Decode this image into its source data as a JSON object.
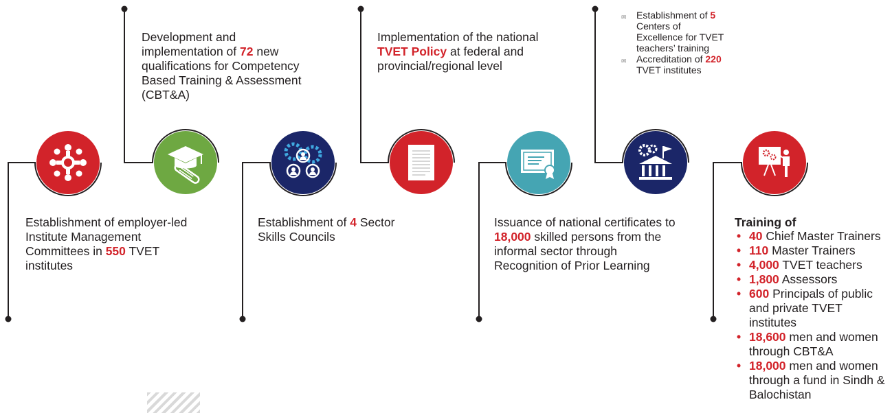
{
  "colors": {
    "red": "#d2232a",
    "green": "#6ea842",
    "navy": "#1b2668",
    "teal": "#45a5b3",
    "line": "#231f20"
  },
  "milestones": [
    {
      "icon": "people-network-icon",
      "color": "#d2232a",
      "text": {
        "prefix": "Establishment of employer-led Institute Management Committees in ",
        "number": "550",
        "suffix": " TVET institutes"
      }
    },
    {
      "icon": "graduation-cap-diploma-icon",
      "color": "#6ea842",
      "text": {
        "prefix": "Development and implementation of ",
        "number": "72",
        "suffix": " new qualifications for Competency Based Training & Assessment (CBT&A)"
      }
    },
    {
      "icon": "gears-people-icon",
      "color": "#1b2668",
      "text": {
        "prefix": "Establishment of ",
        "number": "4",
        "suffix": " Sector Skills Councils"
      }
    },
    {
      "icon": "document-icon",
      "color": "#d2232a",
      "text": {
        "prefix": "Implementation of the national ",
        "number": "TVET Policy",
        "suffix": " at federal and provincial/regional level"
      }
    },
    {
      "icon": "certificate-icon",
      "color": "#45a5b3",
      "text": {
        "prefix": "Issuance of national certificates to ",
        "number": "18,000",
        "suffix": " skilled persons from the informal sector through Recognition of Prior Learning"
      }
    },
    {
      "icon": "institution-building-icon",
      "color": "#1b2668",
      "bullets": [
        {
          "prefix": "Establishment of ",
          "number": "5",
          "suffix": " Centers of Excellence for TVET teachers’ training"
        },
        {
          "prefix": "Accreditation of ",
          "number": "220",
          "suffix": " TVET institutes"
        }
      ]
    },
    {
      "icon": "trainer-presentation-icon",
      "color": "#d2232a",
      "heading": "Training of",
      "bullets": [
        {
          "number": "40",
          "suffix": " Chief Master Trainers"
        },
        {
          "number": "110",
          "suffix": " Master Trainers"
        },
        {
          "number": "4,000",
          "suffix": " TVET teachers"
        },
        {
          "number": "1,800",
          "suffix": " Assessors"
        },
        {
          "number": "600",
          "suffix": " Principals of public and private TVET institutes"
        },
        {
          "number": "18,600",
          "suffix": " men and women through CBT&A"
        },
        {
          "number": "18,000",
          "suffix": " men and women through a fund in Sindh & Balochistan"
        }
      ]
    }
  ]
}
